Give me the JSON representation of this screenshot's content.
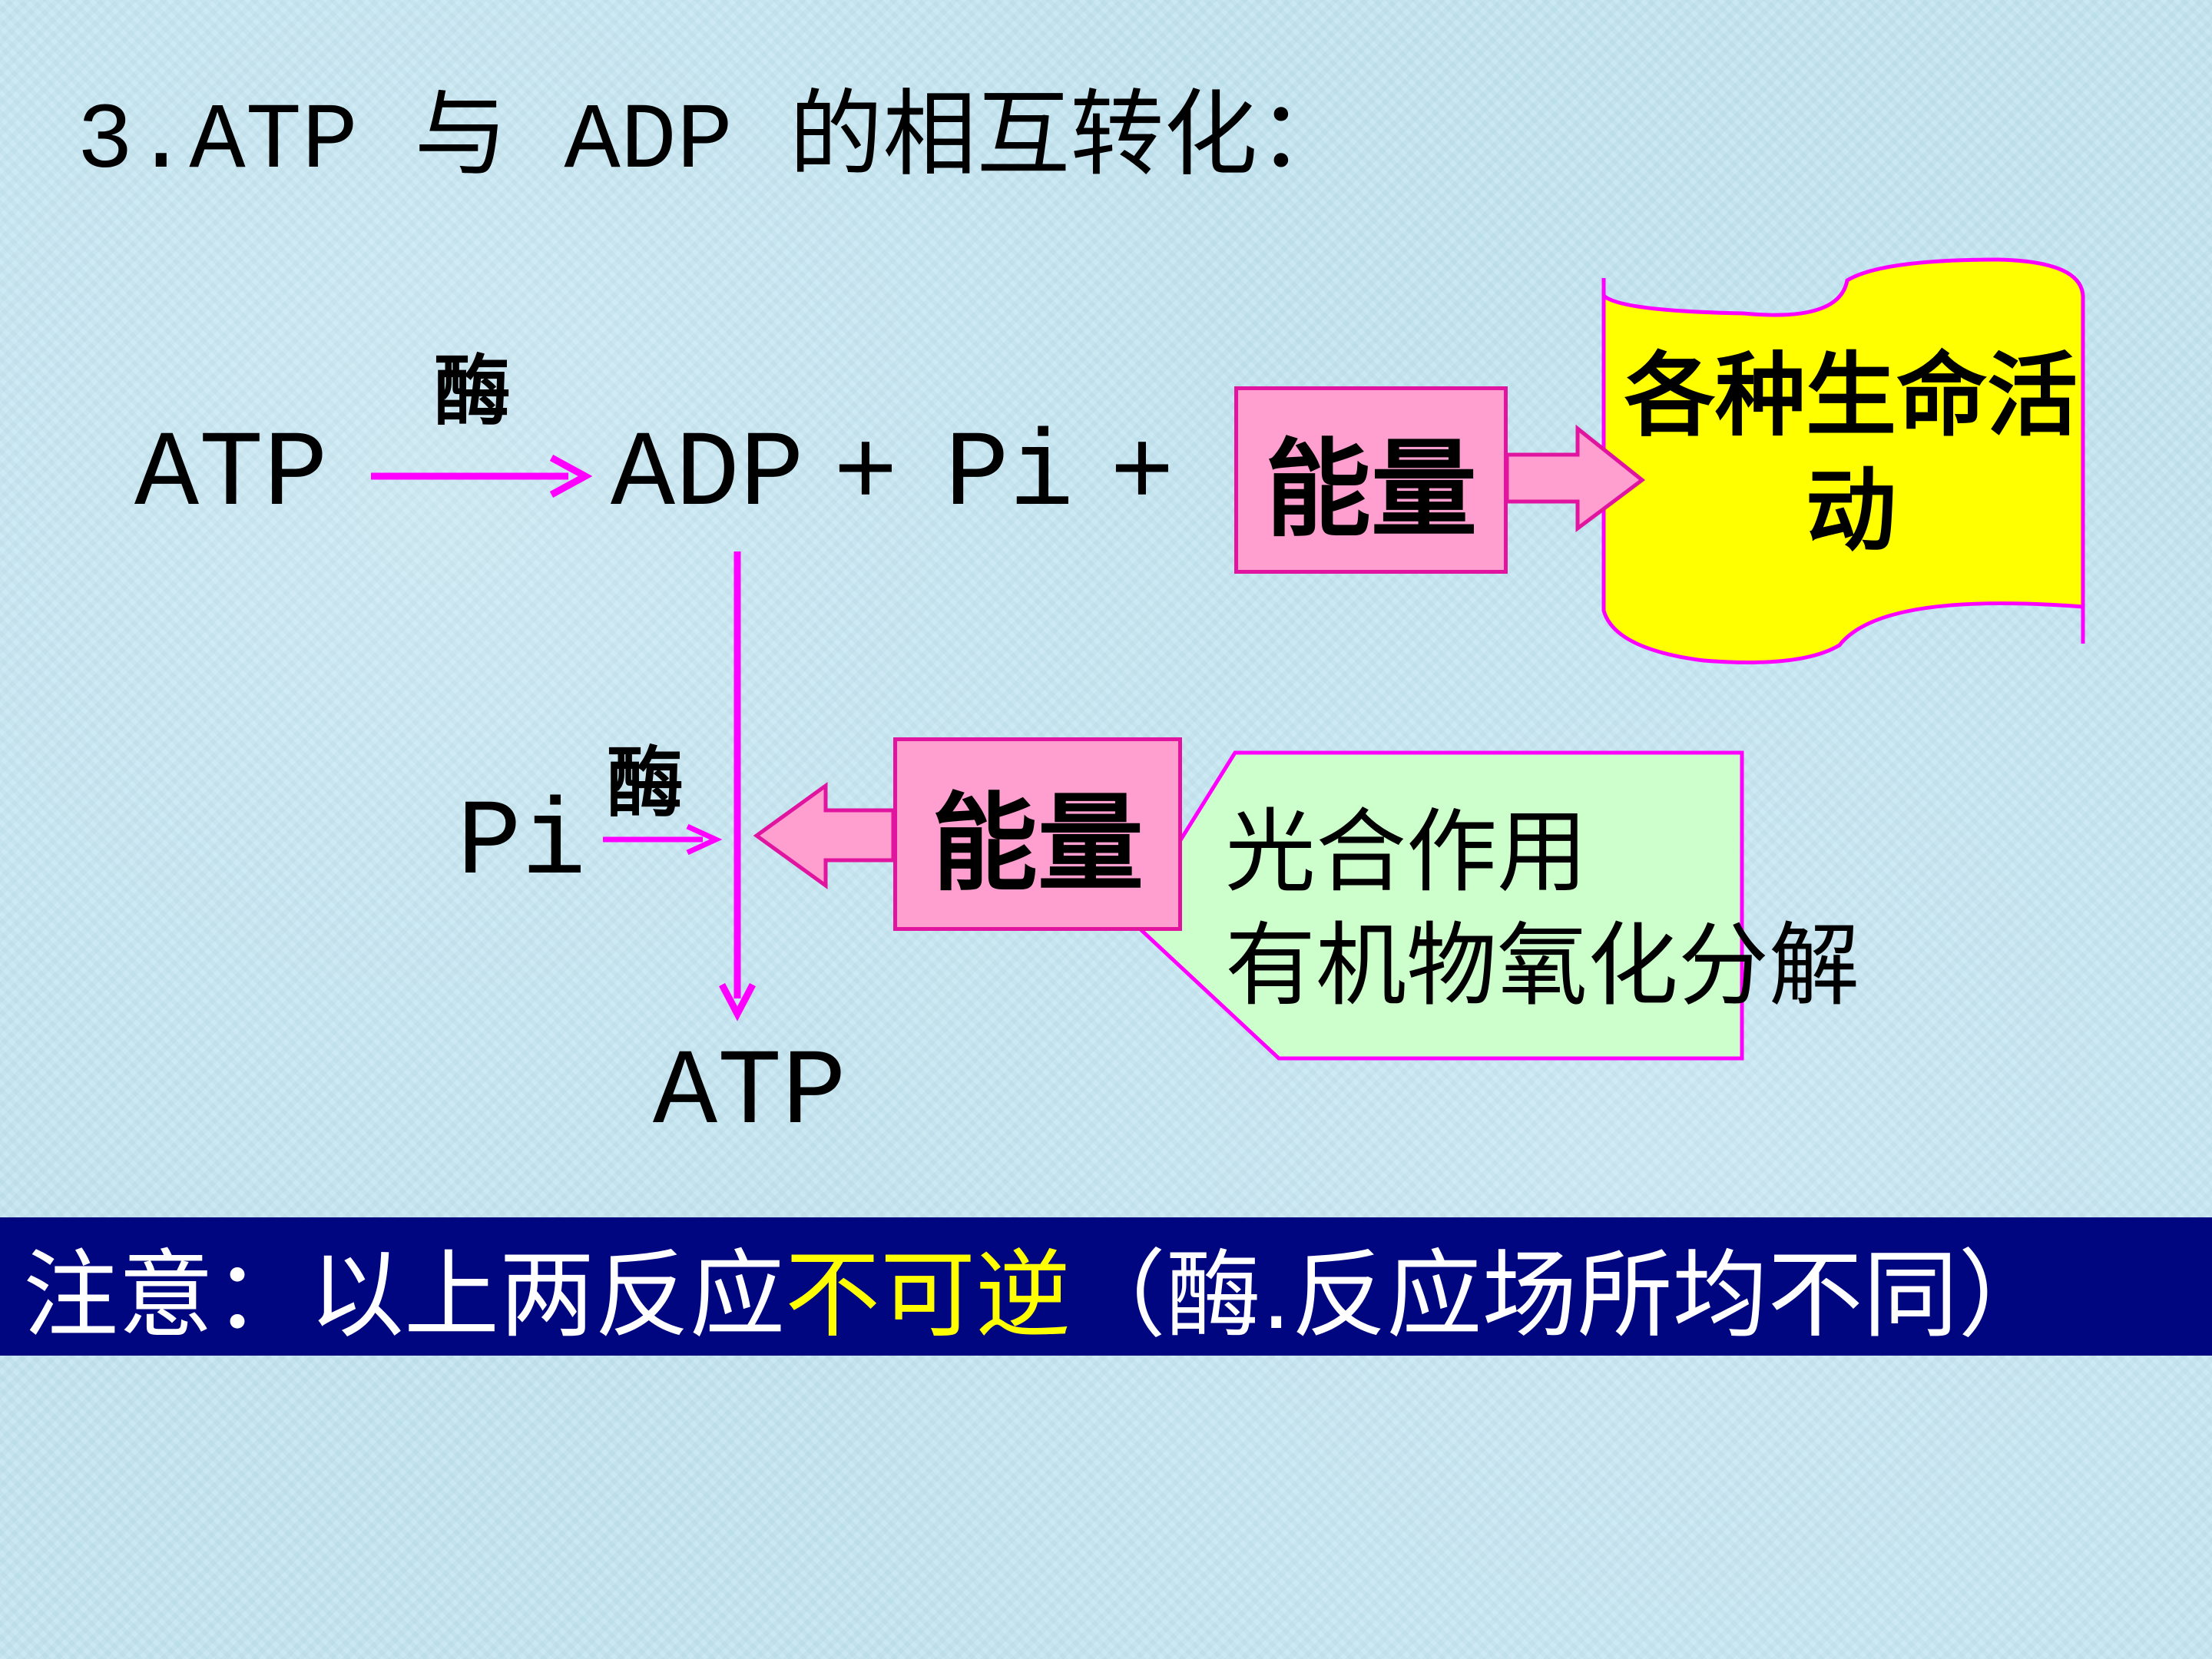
{
  "title": "3.ATP 与 ADP 的相互转化：",
  "top_reaction": {
    "reactant": "ATP",
    "enzyme": "酶",
    "product_adp": "ADP",
    "plus": "+",
    "product_pi": "Pi",
    "energy": "能量",
    "use": "各种生命活动"
  },
  "bottom_reaction": {
    "reactant_pi": "Pi",
    "enzyme": "酶",
    "energy": "能量",
    "source_line1": "光合作用",
    "source_line2": "有机物氧化分解",
    "product": "ATP"
  },
  "note": {
    "prefix": "注意：以上两反应",
    "highlight": "不可逆",
    "suffix": "（酶.反应场所均不同）"
  },
  "colors": {
    "arrow": "#ff00ff",
    "box_fill": "#ff9fcf",
    "box_border": "#e0149f",
    "scroll_fill": "#ffff00",
    "callout_fill": "#ccffcc",
    "note_bar": "#000580",
    "note_highlight": "#ffff00"
  }
}
